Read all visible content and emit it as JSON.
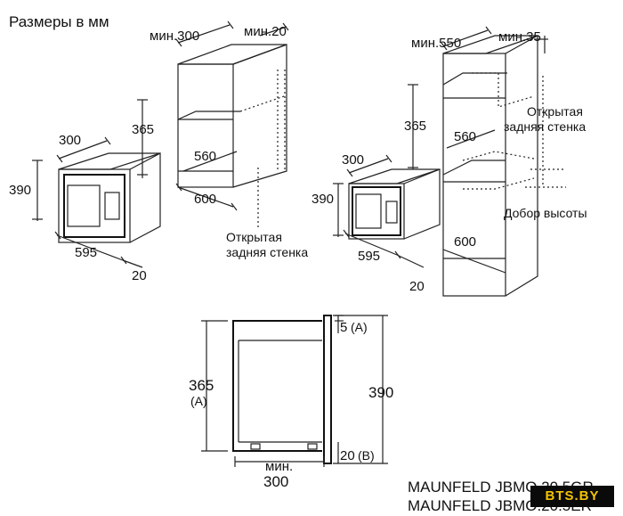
{
  "title": "Размеры в мм",
  "left_group": {
    "min300": "мин.300",
    "min20": "мин.20",
    "h365": "365",
    "w560": "560",
    "w600": "600",
    "open_back_1": "Открытая",
    "open_back_2": "задняя стенка",
    "oven_depth": "300",
    "oven_height": "390",
    "oven_width": "595",
    "oven_front": "20"
  },
  "right_group": {
    "min550": "мин.550",
    "min35": "мин.35",
    "h365": "365",
    "w560": "560",
    "w600": "600",
    "open_back_1": "Открытая",
    "open_back_2": "задняя стенка",
    "height_add": "Добор высоты",
    "oven_depth": "300",
    "oven_height": "390",
    "oven_width": "595",
    "oven_front": "20"
  },
  "section": {
    "h365": "365",
    "h365_a": "(A)",
    "top_5": "5",
    "top_5_a": "(A)",
    "h390": "390",
    "bottom_20": "20",
    "bottom_20_b": "(B)",
    "min_label": "мин.",
    "depth_300": "300"
  },
  "models": {
    "line1": "MAUNFELD JBMO.20.5GR",
    "line2": "MAUNFELD JBMO.20.5ER"
  },
  "logo": {
    "text": "BTS.BY",
    "bg": "#0a0a0a",
    "fg": "#f2c200"
  }
}
